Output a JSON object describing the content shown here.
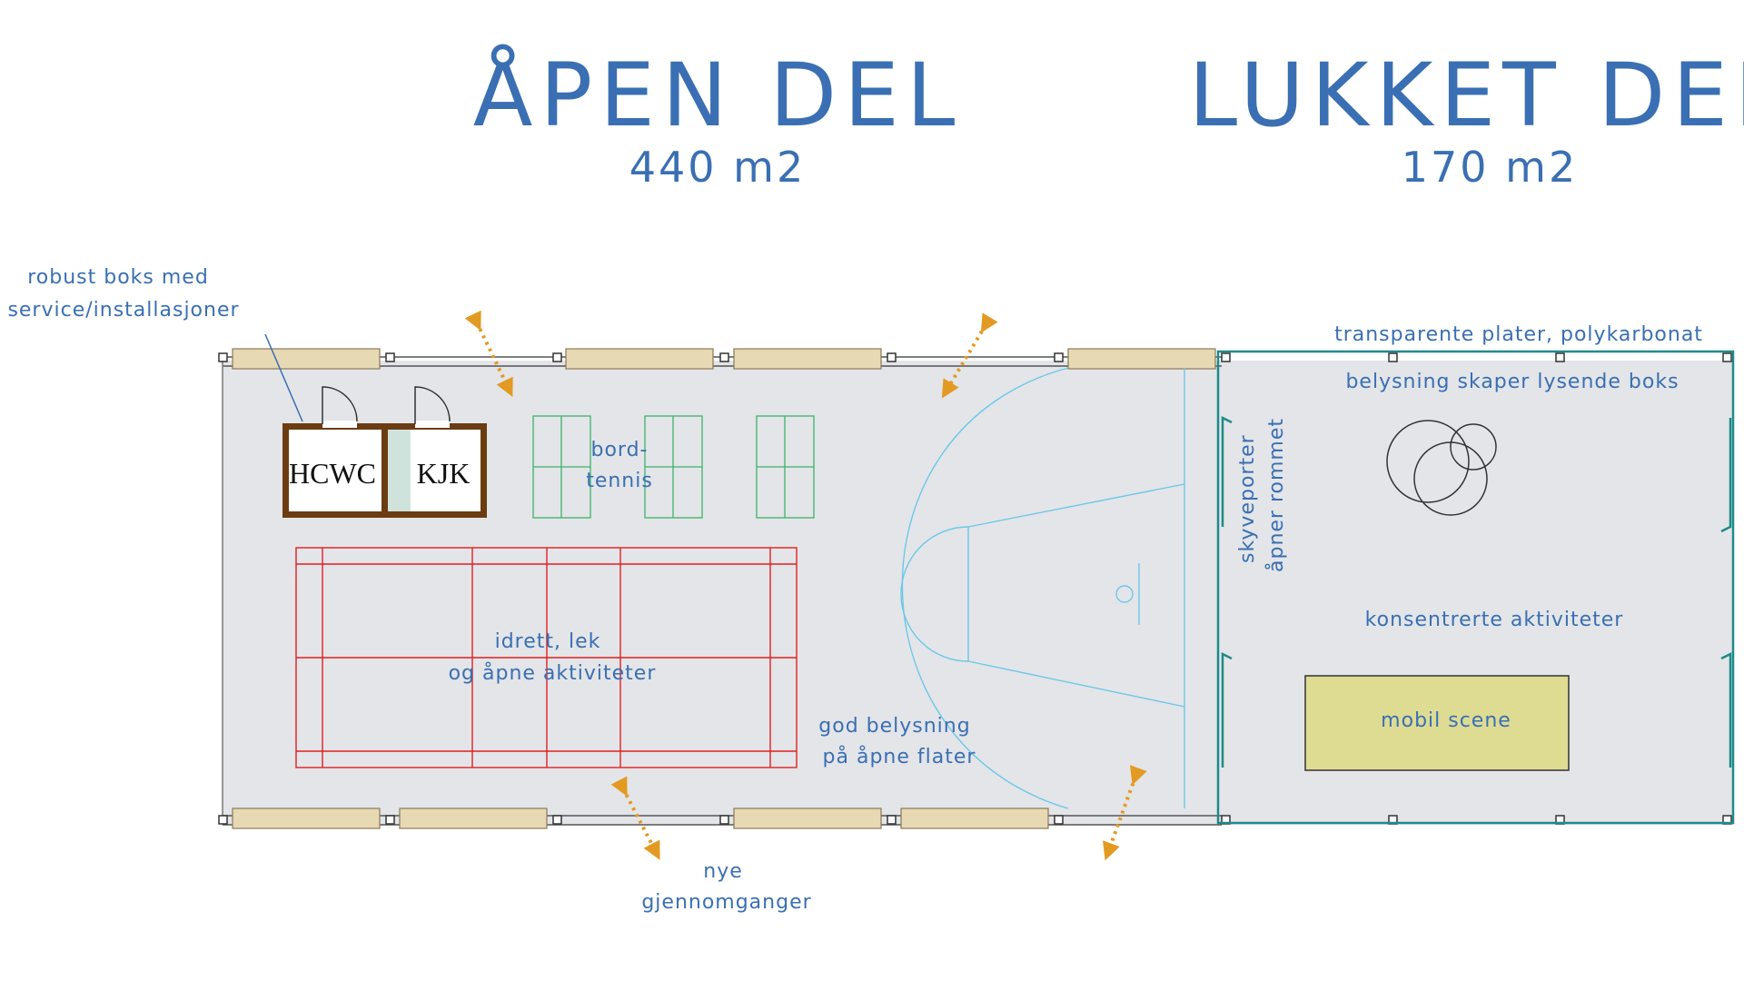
{
  "open_part": {
    "title": "ÅPEN DEL",
    "area": "440 m2"
  },
  "closed_part": {
    "title": "LUKKET DEL",
    "area": "170 m2"
  },
  "annotations": {
    "robust_box": [
      "robust boks med",
      "service/installasjoner"
    ],
    "transparent_plates": "transparente plater, polykarbonat",
    "lighting_box": "belysning skaper lysende boks",
    "sliding_doors": [
      "skyveporter",
      "åpner rommet"
    ],
    "concentrated": "konsentrerte aktiviteter",
    "stage": "mobil scene",
    "table_tennis": [
      "bord-",
      "tennis"
    ],
    "sports": [
      "idrett, lek",
      "og åpne aktiviteter"
    ],
    "good_lighting": [
      "god belysning",
      "på åpne flater"
    ],
    "new_passages": [
      "nye",
      "gjennomganger"
    ]
  },
  "rooms": {
    "hcwc": "HCWC",
    "kjk": "KJK"
  },
  "colors": {
    "text": "#3a6fb3",
    "floor": "#e3e5e8",
    "bench": "#e7d9b3",
    "badminton": "#e02020",
    "table_tennis": "#3bb36a",
    "basketball": "#6cc8e8",
    "closed_wall": "#1f8a8a",
    "arrow": "#e39a22",
    "wc_frame": "#6b3c12",
    "stage": "#dedc93"
  }
}
